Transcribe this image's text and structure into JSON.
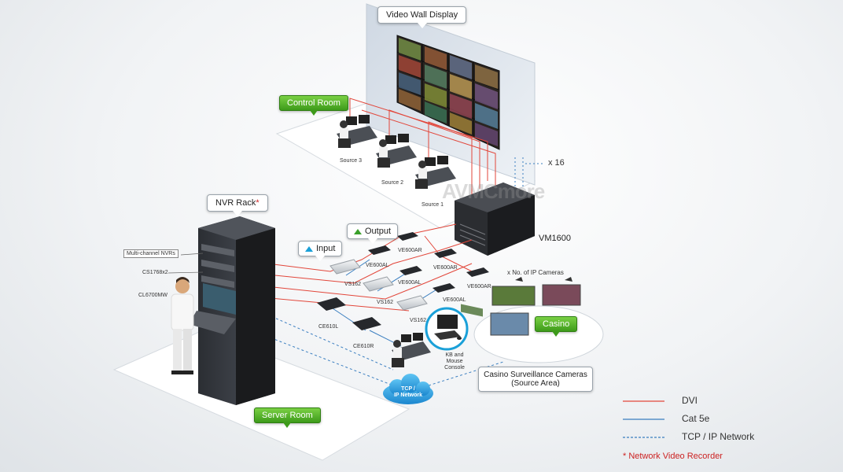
{
  "labels": {
    "video_wall": "Video Wall Display",
    "control_room": "Control Room",
    "source_1": "Source 1",
    "source_2": "Source 2",
    "source_3": "Source 3",
    "x16": "x 16",
    "watermark": "AVMCmore",
    "vm1600": "VM1600",
    "nvr_rack": "NVR Rack",
    "asterisk": "*",
    "multichannel_nvrs": "Multi-channel NVRs",
    "cs1768x2": "CS1768x2",
    "cl6700mw": "CL6700MW",
    "output": "Output",
    "input": "Input",
    "ve600ar_1": "VE600AR",
    "ve600ar_2": "VE600AR",
    "ve600ar_3": "VE600AR",
    "ve600al_1": "VE600AL",
    "ve600al_2": "VE600AL",
    "ve600al_3": "VE600AL",
    "vs162_1": "VS162",
    "vs162_2": "VS162",
    "vs162_3": "VS162",
    "ce610l": "CE610L",
    "ce610r": "CE610R",
    "kb_mouse": "KB and Mouse Console",
    "ip_cameras": "x No. of IP Cameras",
    "casino": "Casino",
    "casino_cameras_1": "Casino Surveillance Cameras",
    "casino_cameras_2": "(Source Area)",
    "tcp_cloud_1": "TCP /",
    "tcp_cloud_2": "IP Network",
    "server_room": "Server Room"
  },
  "legend": {
    "dvi": "DVI",
    "cat5e": "Cat 5e",
    "tcpip": "TCP / IP Network",
    "footnote": "Network Video Recorder"
  },
  "colors": {
    "dvi": "#e2463a",
    "cat5e": "#3a7ec0",
    "tcpip": "#3a7ec0",
    "green": "#4aa52a",
    "footnote": "#cc2222"
  }
}
